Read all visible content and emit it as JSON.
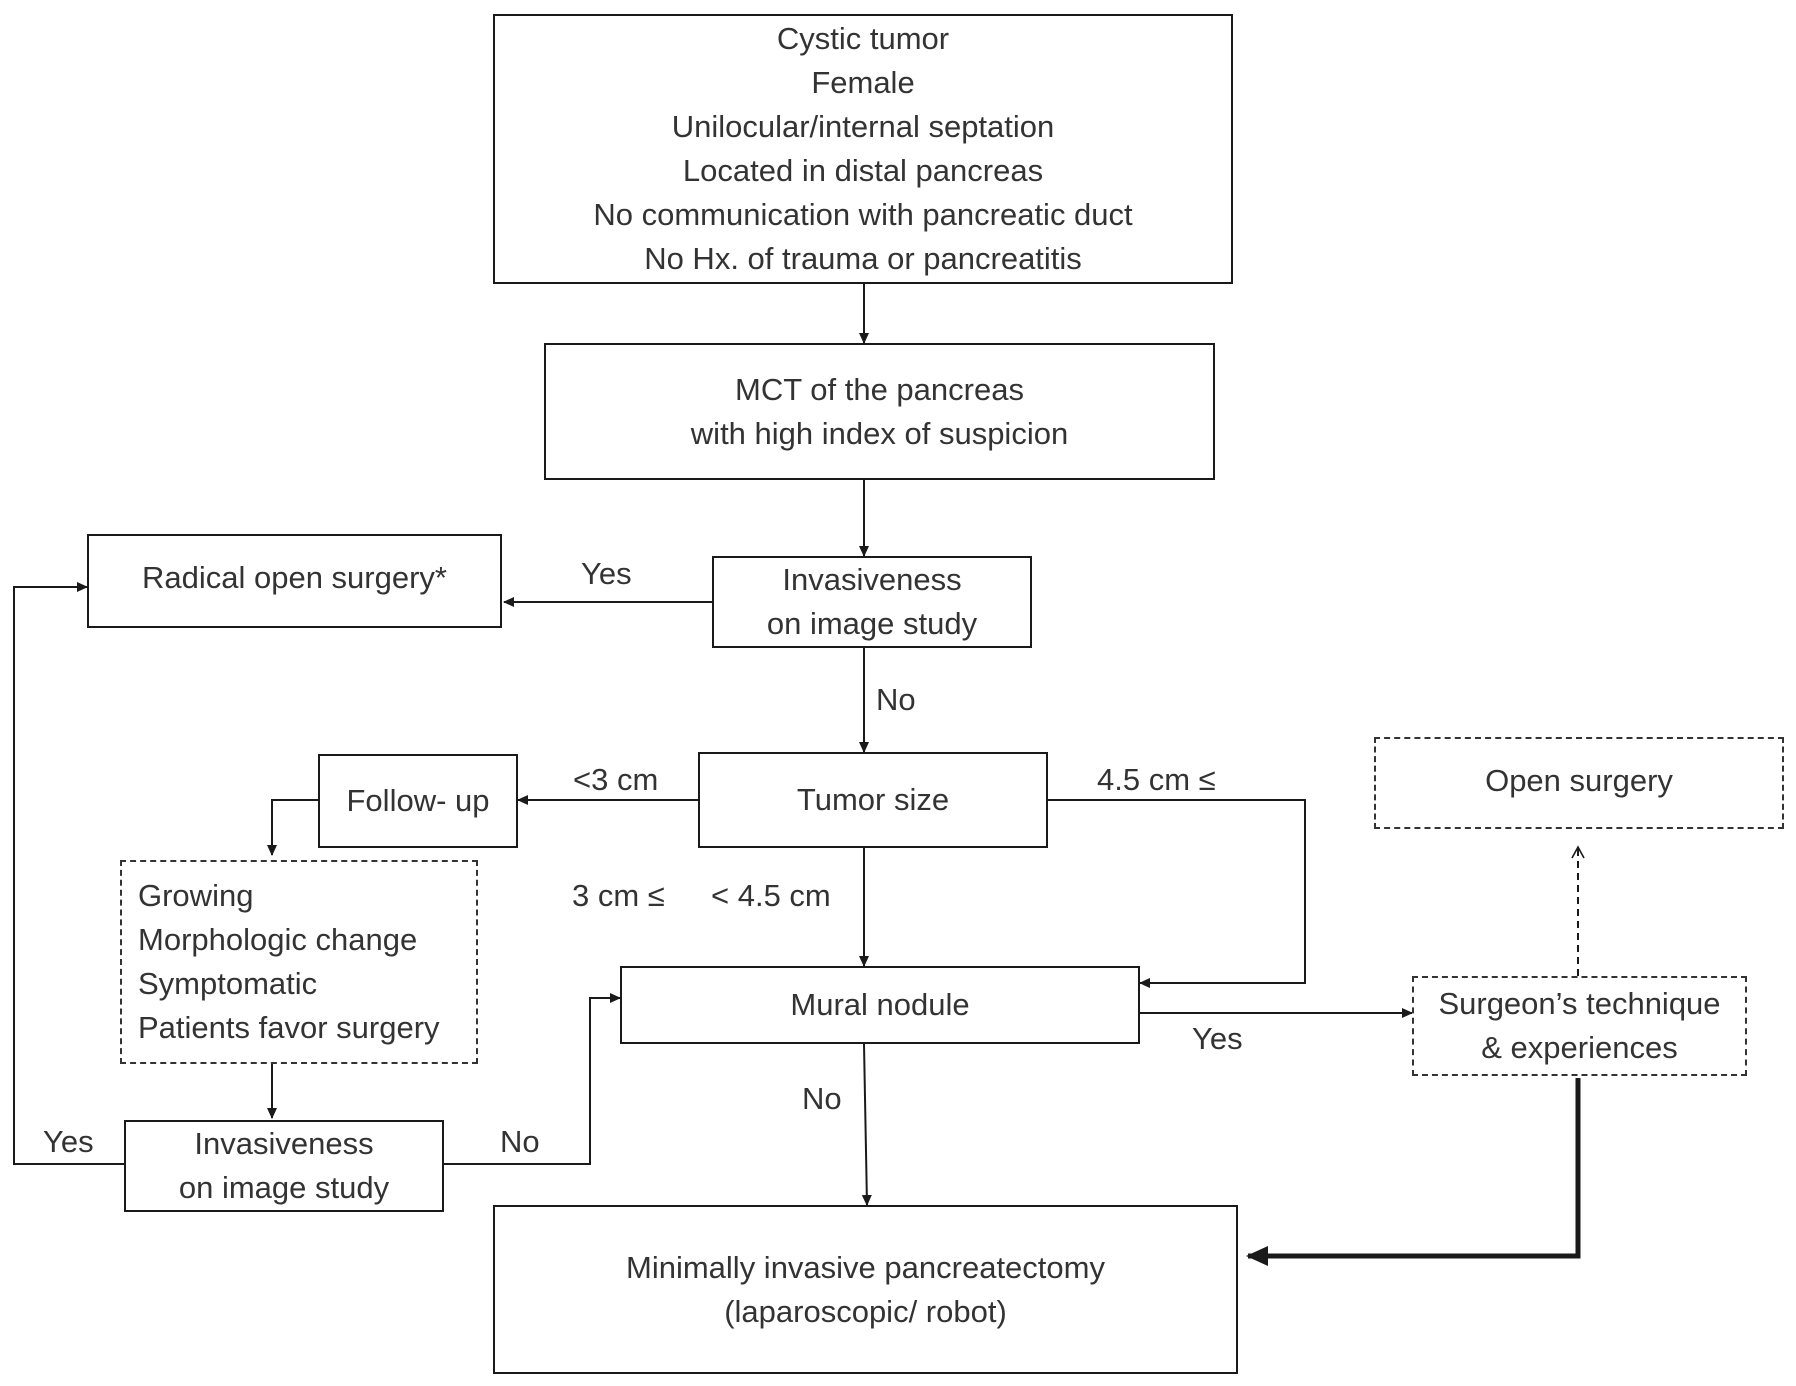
{
  "nodes": {
    "criteria": {
      "lines": [
        "Cystic tumor",
        "Female",
        "Unilocular/internal septation",
        "Located in distal pancreas",
        "No communication with pancreatic duct",
        "No Hx. of trauma or pancreatitis"
      ]
    },
    "mct": {
      "lines": [
        "MCT of the pancreas",
        "with high index of suspicion"
      ]
    },
    "invasiveness_top": {
      "lines": [
        "Invasiveness",
        "on image study"
      ]
    },
    "radical_open": {
      "lines": [
        "Radical open surgery*"
      ]
    },
    "tumor_size": {
      "lines": [
        "Tumor size"
      ]
    },
    "follow_up": {
      "lines": [
        "Follow- up"
      ]
    },
    "growing": {
      "lines": [
        "Growing",
        "Morphologic change",
        "Symptomatic",
        "Patients favor surgery"
      ]
    },
    "invasiveness_bottom": {
      "lines": [
        "Invasiveness",
        "on image study"
      ]
    },
    "mural_nodule": {
      "lines": [
        "Mural nodule"
      ]
    },
    "surgeon": {
      "lines": [
        "Surgeon’s technique",
        "& experiences"
      ]
    },
    "open_surgery": {
      "lines": [
        "Open surgery"
      ]
    },
    "mip": {
      "lines": [
        "Minimally invasive pancreatectomy",
        "(laparoscopic/ robot)"
      ]
    }
  },
  "edge_labels": {
    "yes_invasive_top": "Yes",
    "no_invasive_top": "No",
    "lt3": "<3 cm",
    "ge45": "4.5 cm ≤",
    "mid_a": "3 cm ≤",
    "mid_b": "< 4.5 cm",
    "yes_mural": "Yes",
    "no_mural": "No",
    "yes_invasive_bottom": "Yes",
    "no_invasive_bottom": "No"
  },
  "colors": {
    "stroke": "#1a1a1a",
    "text": "#333333"
  }
}
